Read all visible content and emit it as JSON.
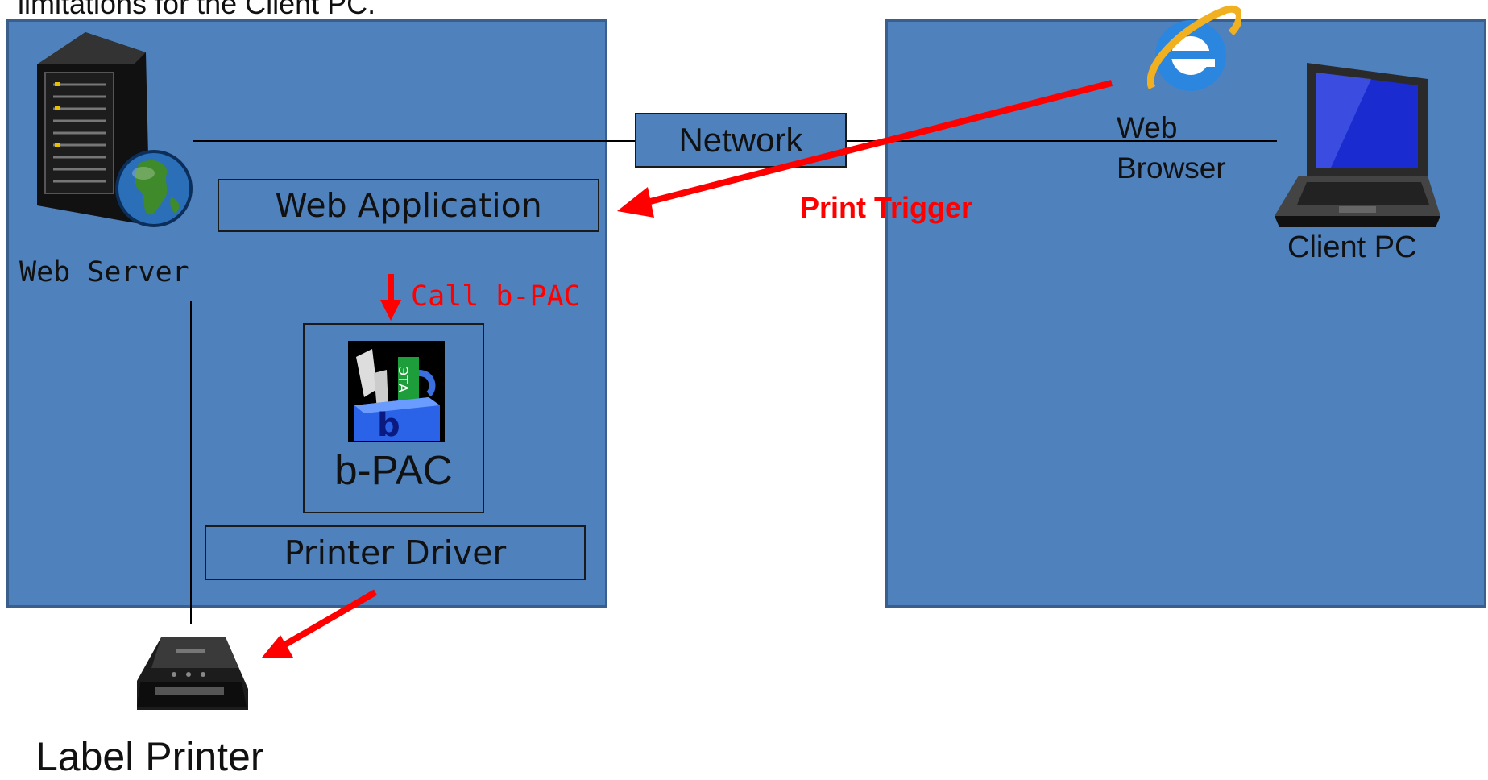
{
  "caption_top": "limitations for the Client PC.",
  "server_side": {
    "server_label": "Web Server",
    "web_app_label": "Web Application",
    "call_label": "Call b-PAC",
    "bpac_label": "b-PAC",
    "bpac_icon_text": "b",
    "bpac_icon_side_text": "ЭТА",
    "driver_label": "Printer Driver",
    "printer_label": "Label Printer"
  },
  "network_label": "Network",
  "trigger_label": "Print Trigger",
  "client_side": {
    "browser_label_line1": "Web",
    "browser_label_line2": "Browser",
    "client_label": "Client PC"
  },
  "colors": {
    "panel": "#4f81bd",
    "panel_border": "#3a5f8c",
    "arrow": "#ff0000",
    "trigger_text": "#ff0000"
  },
  "icons": [
    "server-icon",
    "globe-icon",
    "bpac-icon",
    "ie-browser-icon",
    "laptop-icon",
    "label-printer-icon"
  ]
}
